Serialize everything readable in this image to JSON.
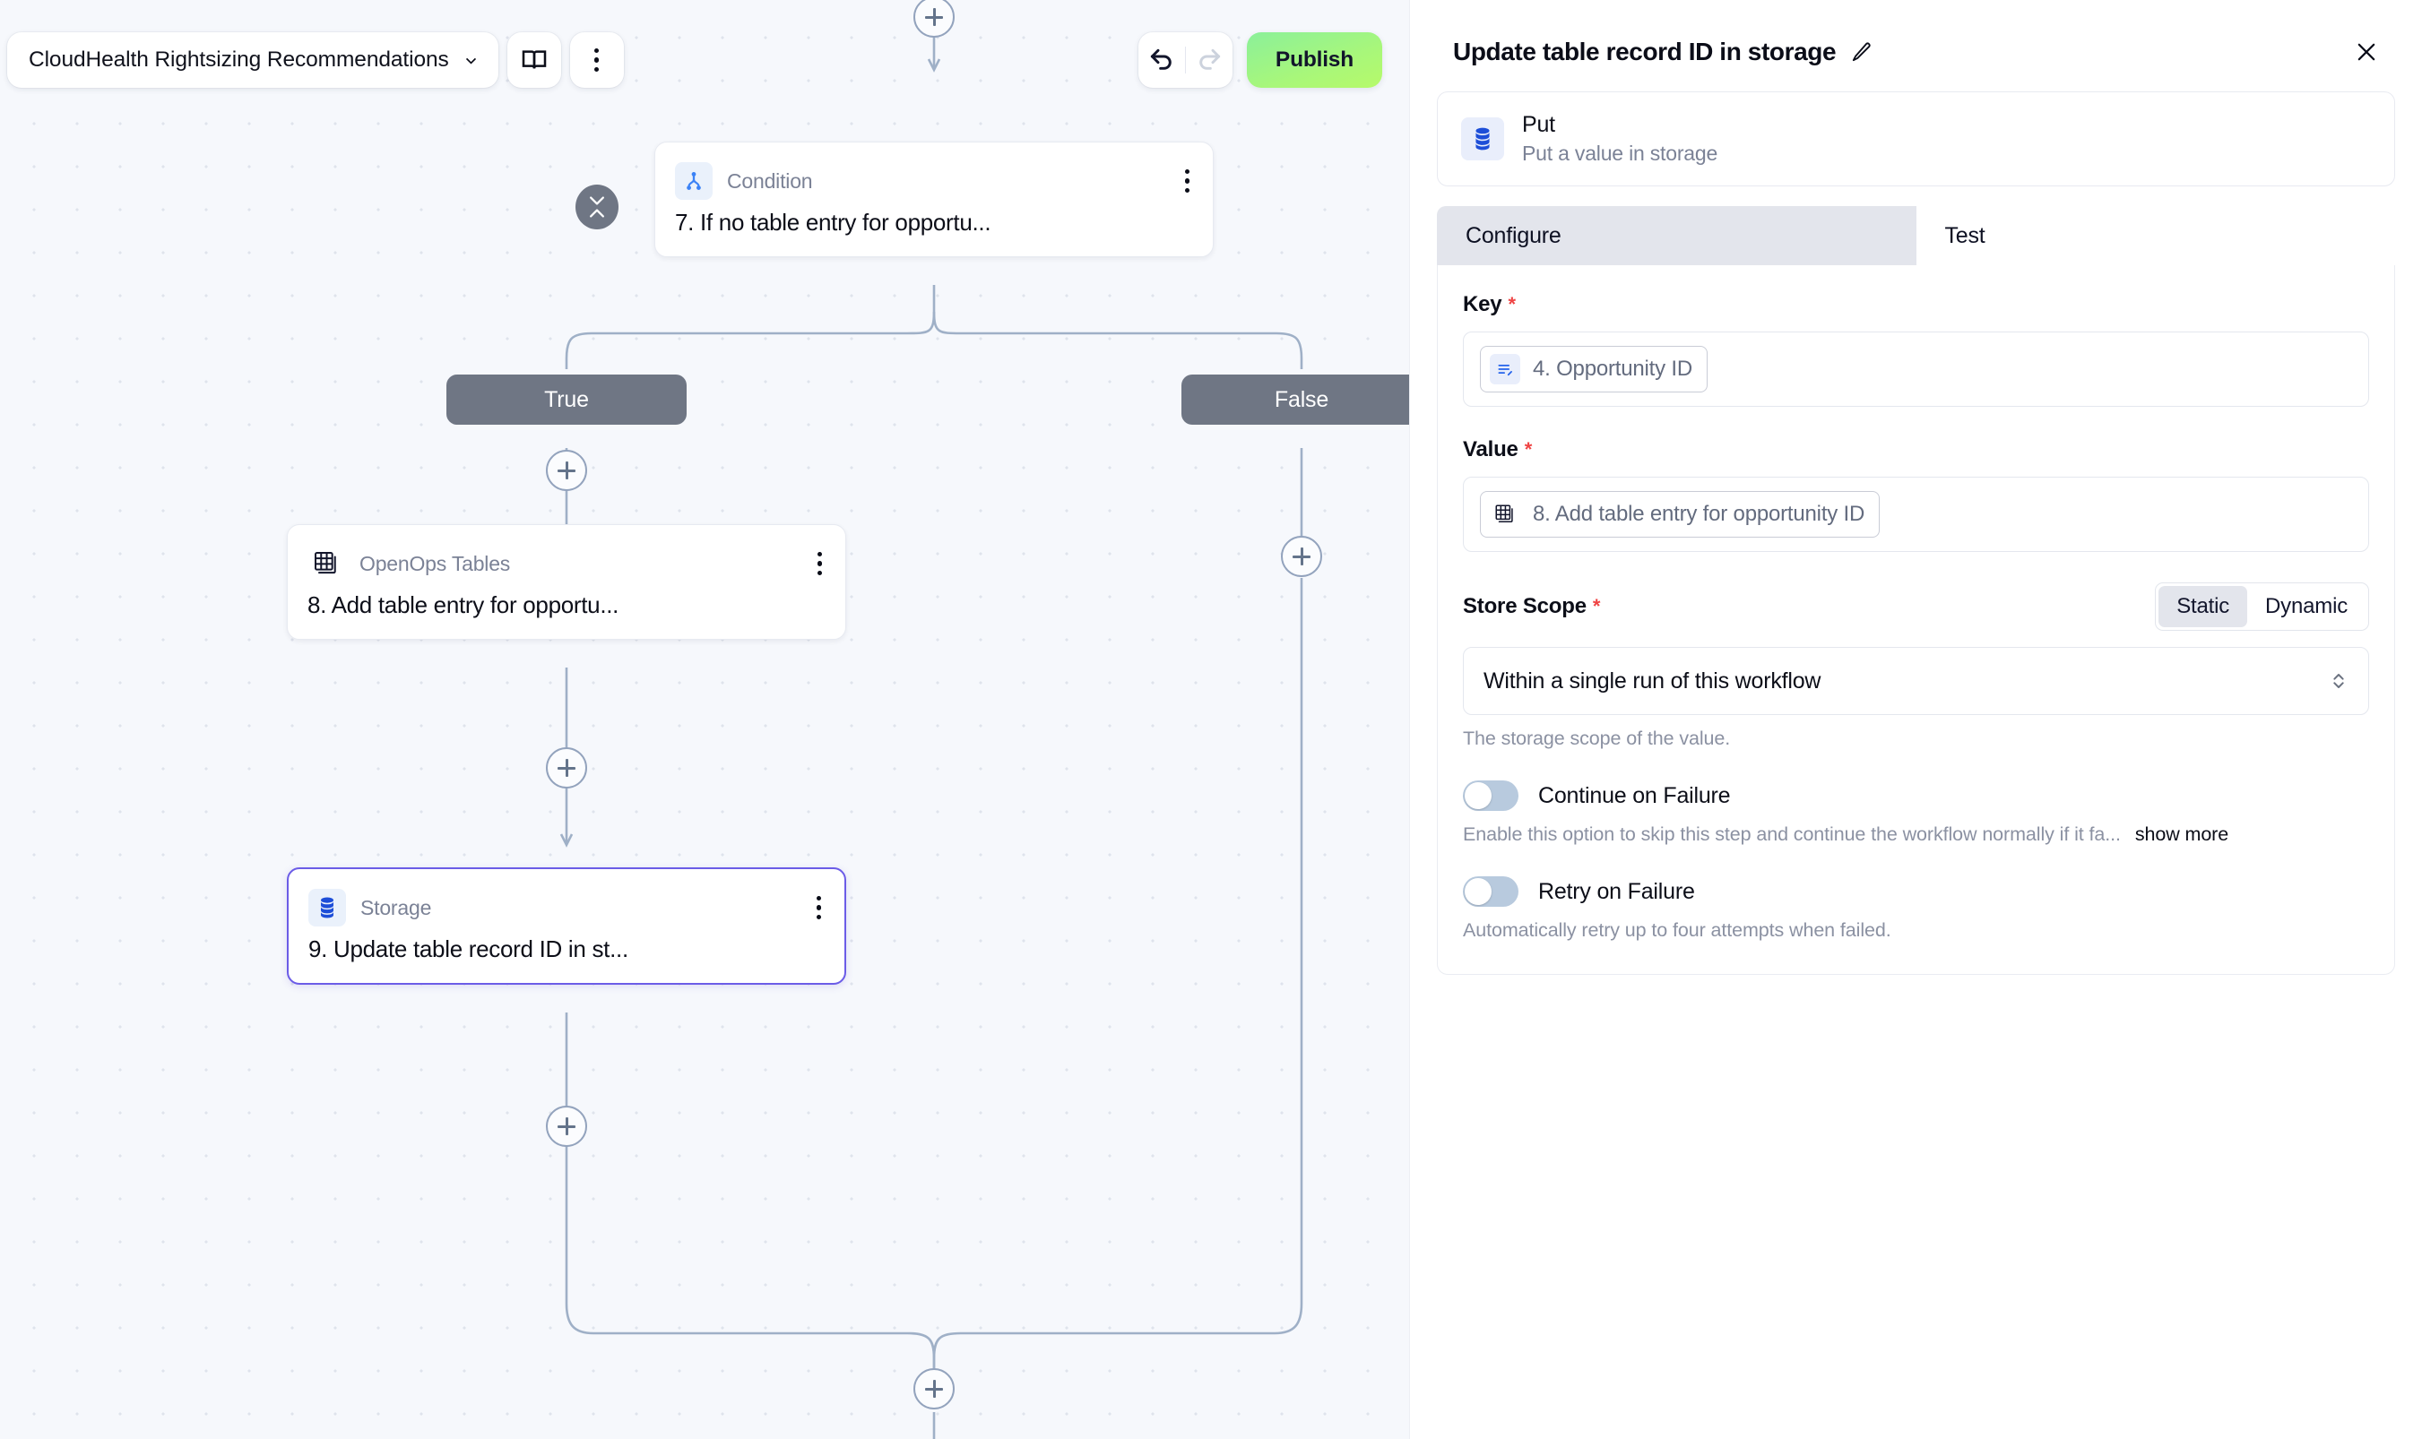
{
  "toolbar": {
    "workflow_name": "CloudHealth Rightsizing Recommendations",
    "chevron_icon": "chevron-down-icon",
    "book_icon": "book-icon",
    "more_icon": "kebab-menu-icon",
    "undo_icon": "undo-arrow-icon",
    "redo_icon": "redo-arrow-icon",
    "publish_label": "Publish",
    "publish_color": "#a8f77a"
  },
  "canvas": {
    "nodes": [
      {
        "id": "condition",
        "kind": "Condition",
        "title": "7. If no table entry for opportu...",
        "icon": "branch-condition-icon",
        "selected": false
      },
      {
        "id": "tables",
        "kind": "OpenOps Tables",
        "title": "8. Add table entry for opportu...",
        "icon": "table-stack-icon",
        "selected": false
      },
      {
        "id": "storage",
        "kind": "Storage",
        "title": "9. Update table record ID in st...",
        "icon": "database-icon",
        "selected": true
      }
    ],
    "branches": [
      {
        "label": "True"
      },
      {
        "label": "False"
      }
    ],
    "add_step_label": "+",
    "selected_border_color": "#6b5ce7",
    "edge_color": "#9fb0c7"
  },
  "panel": {
    "title": "Update table record ID in storage",
    "edit_icon": "pencil-icon",
    "close_icon": "close-icon",
    "action": {
      "name": "Put",
      "description": "Put a value in storage",
      "icon": "database-icon"
    },
    "tabs": [
      {
        "label": "Configure",
        "active": true
      },
      {
        "label": "Test",
        "active": false
      }
    ],
    "fields": {
      "key": {
        "label": "Key",
        "required": "*",
        "chip_label": "4. Opportunity ID",
        "chip_icon": "text-lines-icon"
      },
      "value": {
        "label": "Value",
        "required": "*",
        "chip_label": "8. Add table entry for opportunity ID",
        "chip_icon": "table-stack-icon"
      },
      "store_scope": {
        "label": "Store Scope",
        "required": "*",
        "segments": [
          {
            "label": "Static",
            "active": true
          },
          {
            "label": "Dynamic",
            "active": false
          }
        ],
        "selected_option": "Within a single run of this workflow",
        "hint": "The storage scope of the value.",
        "dropdown_icon": "chevron-up-down-icon"
      },
      "continue_on_failure": {
        "label": "Continue on Failure",
        "enabled": false,
        "description": "Enable this option to skip this step and continue the workflow normally if it fa...",
        "show_more_label": "show more"
      },
      "retry_on_failure": {
        "label": "Retry on Failure",
        "enabled": false,
        "description": "Automatically retry up to four attempts when failed."
      }
    }
  }
}
